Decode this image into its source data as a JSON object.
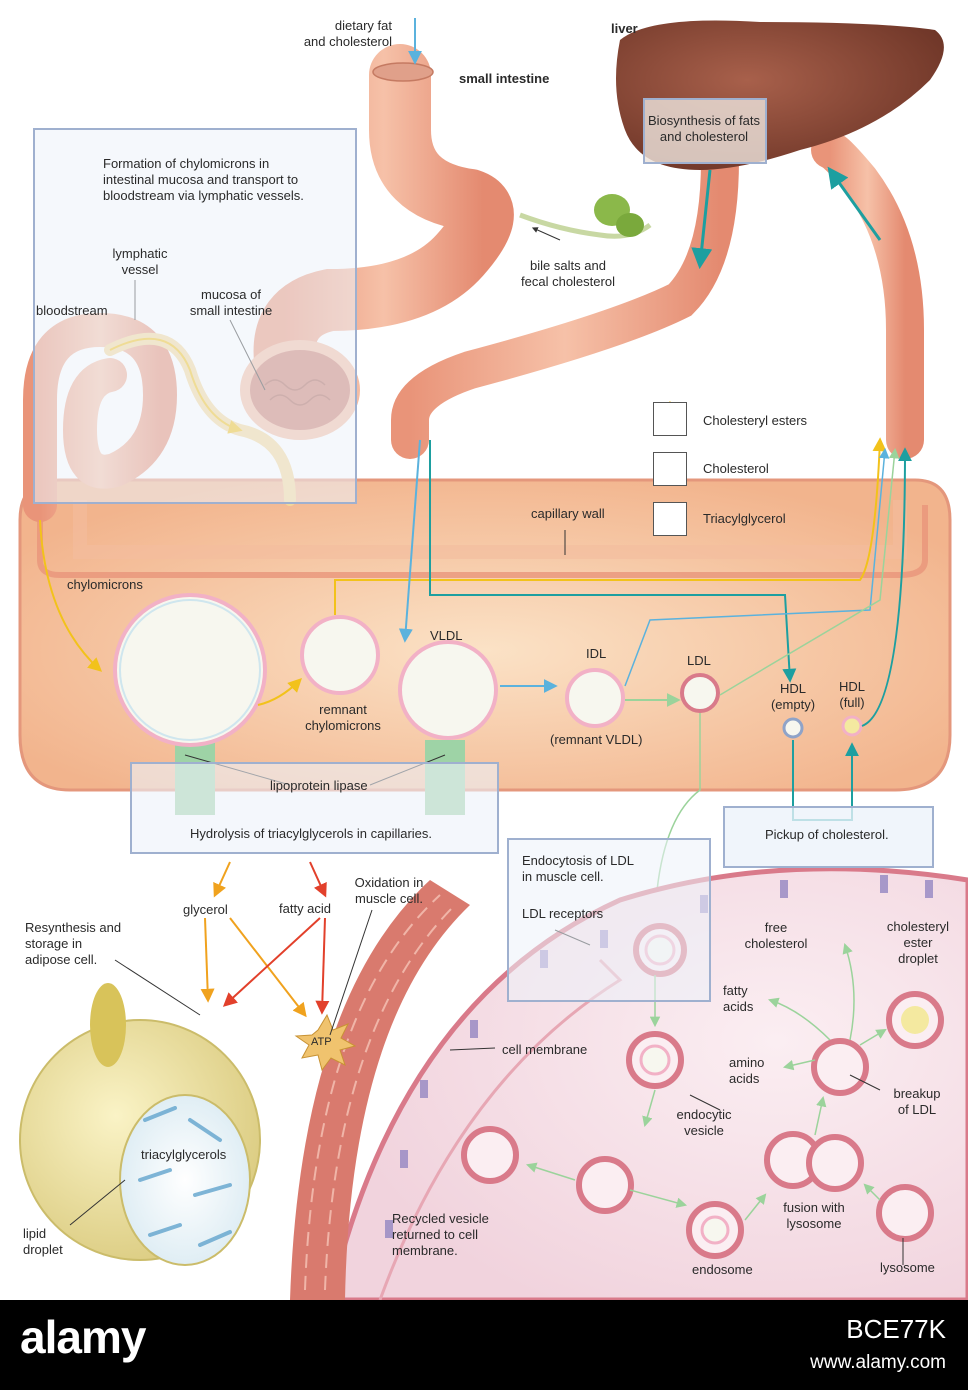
{
  "labels": {
    "dietary_fat": "dietary fat\nand cholesterol",
    "small_intestine": "small intestine",
    "liver": "liver",
    "biosynthesis": "Biosynthesis of fats\nand cholesterol",
    "bile_salts": "bile salts and\nfecal cholesterol",
    "formation_box": "Formation of chylomicrons in\nintestinal mucosa and transport to\nbloodstream via lymphatic vessels.",
    "lymphatic_vessel": "lymphatic\nvessel",
    "bloodstream": "bloodstream",
    "mucosa": "mucosa of\nsmall intestine",
    "capillary_wall": "capillary wall",
    "chylomicrons": "chylomicrons",
    "remnant_chylomicrons": "remnant\nchylomicrons",
    "vldl": "VLDL",
    "idl": "IDL",
    "remnant_vldl": "(remnant VLDL)",
    "ldl": "LDL",
    "hdl_empty": "HDL\n(empty)",
    "hdl_full": "HDL\n(full)",
    "lipoprotein_lipase": "lipoprotein lipase",
    "hydrolysis_box": "Hydrolysis of triacylglycerols in capillaries.",
    "pickup_box": "Pickup of cholesterol.",
    "endocytosis_box": "Endocytosis of LDL\nin muscle cell.",
    "ldl_receptors": "LDL receptors",
    "glycerol": "glycerol",
    "fatty_acid": "fatty acid",
    "oxidation": "Oxidation in\nmuscle cell.",
    "resynthesis": "Resynthesis and\nstorage in\nadipose cell.",
    "atp": "ATP",
    "triacylglycerols": "triacylglycerols",
    "lipid_droplet": "lipid\ndroplet",
    "cell_membrane": "cell membrane",
    "free_cholesterol": "free\ncholesterol",
    "cholesteryl_ester_droplet": "cholesteryl\nester\ndroplet",
    "fatty_acids": "fatty\nacids",
    "amino_acids": "amino\nacids",
    "breakup_ldl": "breakup\nof LDL",
    "endocytic_vesicle": "endocytic\nvesicle",
    "fusion_lysosome": "fusion with\nlysosome",
    "endosome": "endosome",
    "lysosome": "lysosome",
    "recycled_vesicle": "Recycled vesicle\nreturned to cell\nmembrane."
  },
  "legend": [
    {
      "label": "Cholesteryl esters",
      "icon": "cholesteryl-ester-icon"
    },
    {
      "label": "Cholesterol",
      "icon": "cholesterol-icon"
    },
    {
      "label": "Triacylglycerol",
      "icon": "triacylglycerol-icon"
    }
  ],
  "watermark": {
    "brand": "alamy",
    "image_id": "BCE77K",
    "url": "www.alamy.com"
  },
  "colors": {
    "vessel": "#f0a98f",
    "vessel_dark": "#d9836d",
    "tissue": "#f7c9a6",
    "liver": "#8a4a3a",
    "cell": "#f6dde6",
    "membrane": "#d97a8a",
    "receptor": "#9a8cc4",
    "flow_yellow": "#f2c21b",
    "flow_teal": "#1d9fa0",
    "flow_blue": "#5bb2dd",
    "flow_green": "#9bd39b",
    "flow_orange": "#f0a21e",
    "flow_red": "#e2402b"
  }
}
